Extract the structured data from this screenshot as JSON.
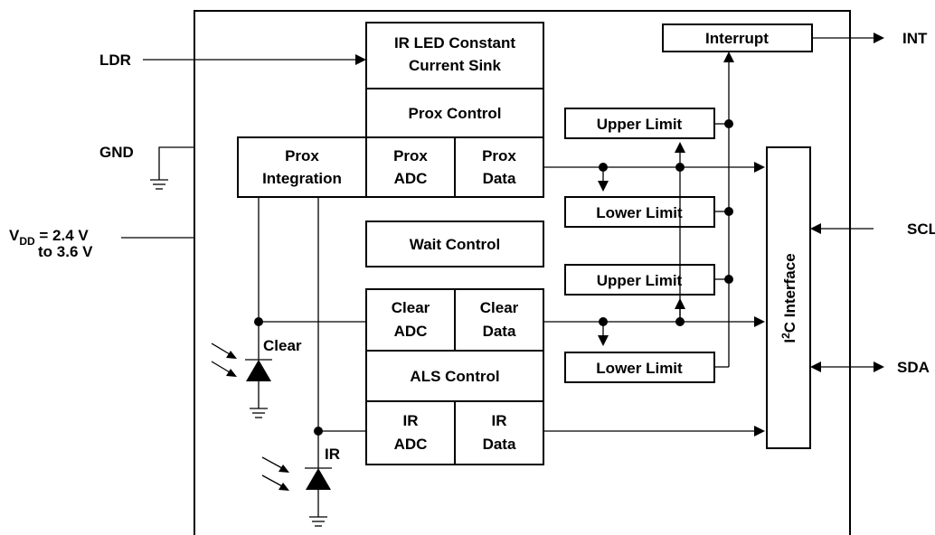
{
  "pins": {
    "ldr": "LDR",
    "gnd": "GND",
    "vdd_v": "V",
    "vdd_sub": "DD",
    "vdd_rest": " = 2.4 V",
    "vdd_line2": "to 3.6 V",
    "int": "INT",
    "scl": "SCL",
    "sda": "SDA"
  },
  "blocks": {
    "ir_led_line1": "IR LED Constant",
    "ir_led_line2": "Current Sink",
    "prox_control": "Prox Control",
    "prox_integration_line1": "Prox",
    "prox_integration_line2": "Integration",
    "prox_adc_line1": "Prox",
    "prox_adc_line2": "ADC",
    "prox_data_line1": "Prox",
    "prox_data_line2": "Data",
    "wait_control": "Wait Control",
    "clear_adc_line1": "Clear",
    "clear_adc_line2": "ADC",
    "clear_data_line1": "Clear",
    "clear_data_line2": "Data",
    "als_control": "ALS Control",
    "ir_adc_line1": "IR",
    "ir_adc_line2": "ADC",
    "ir_data_line1": "IR",
    "ir_data_line2": "Data",
    "interrupt": "Interrupt",
    "prox_upper_limit": "Upper Limit",
    "prox_lower_limit": "Lower Limit",
    "als_upper_limit": "Upper Limit",
    "als_lower_limit": "Lower Limit",
    "i2c_pre": "I",
    "i2c_sup": "2",
    "i2c_post": "C Interface"
  },
  "photodiodes": {
    "clear": "Clear",
    "ir": "IR"
  }
}
